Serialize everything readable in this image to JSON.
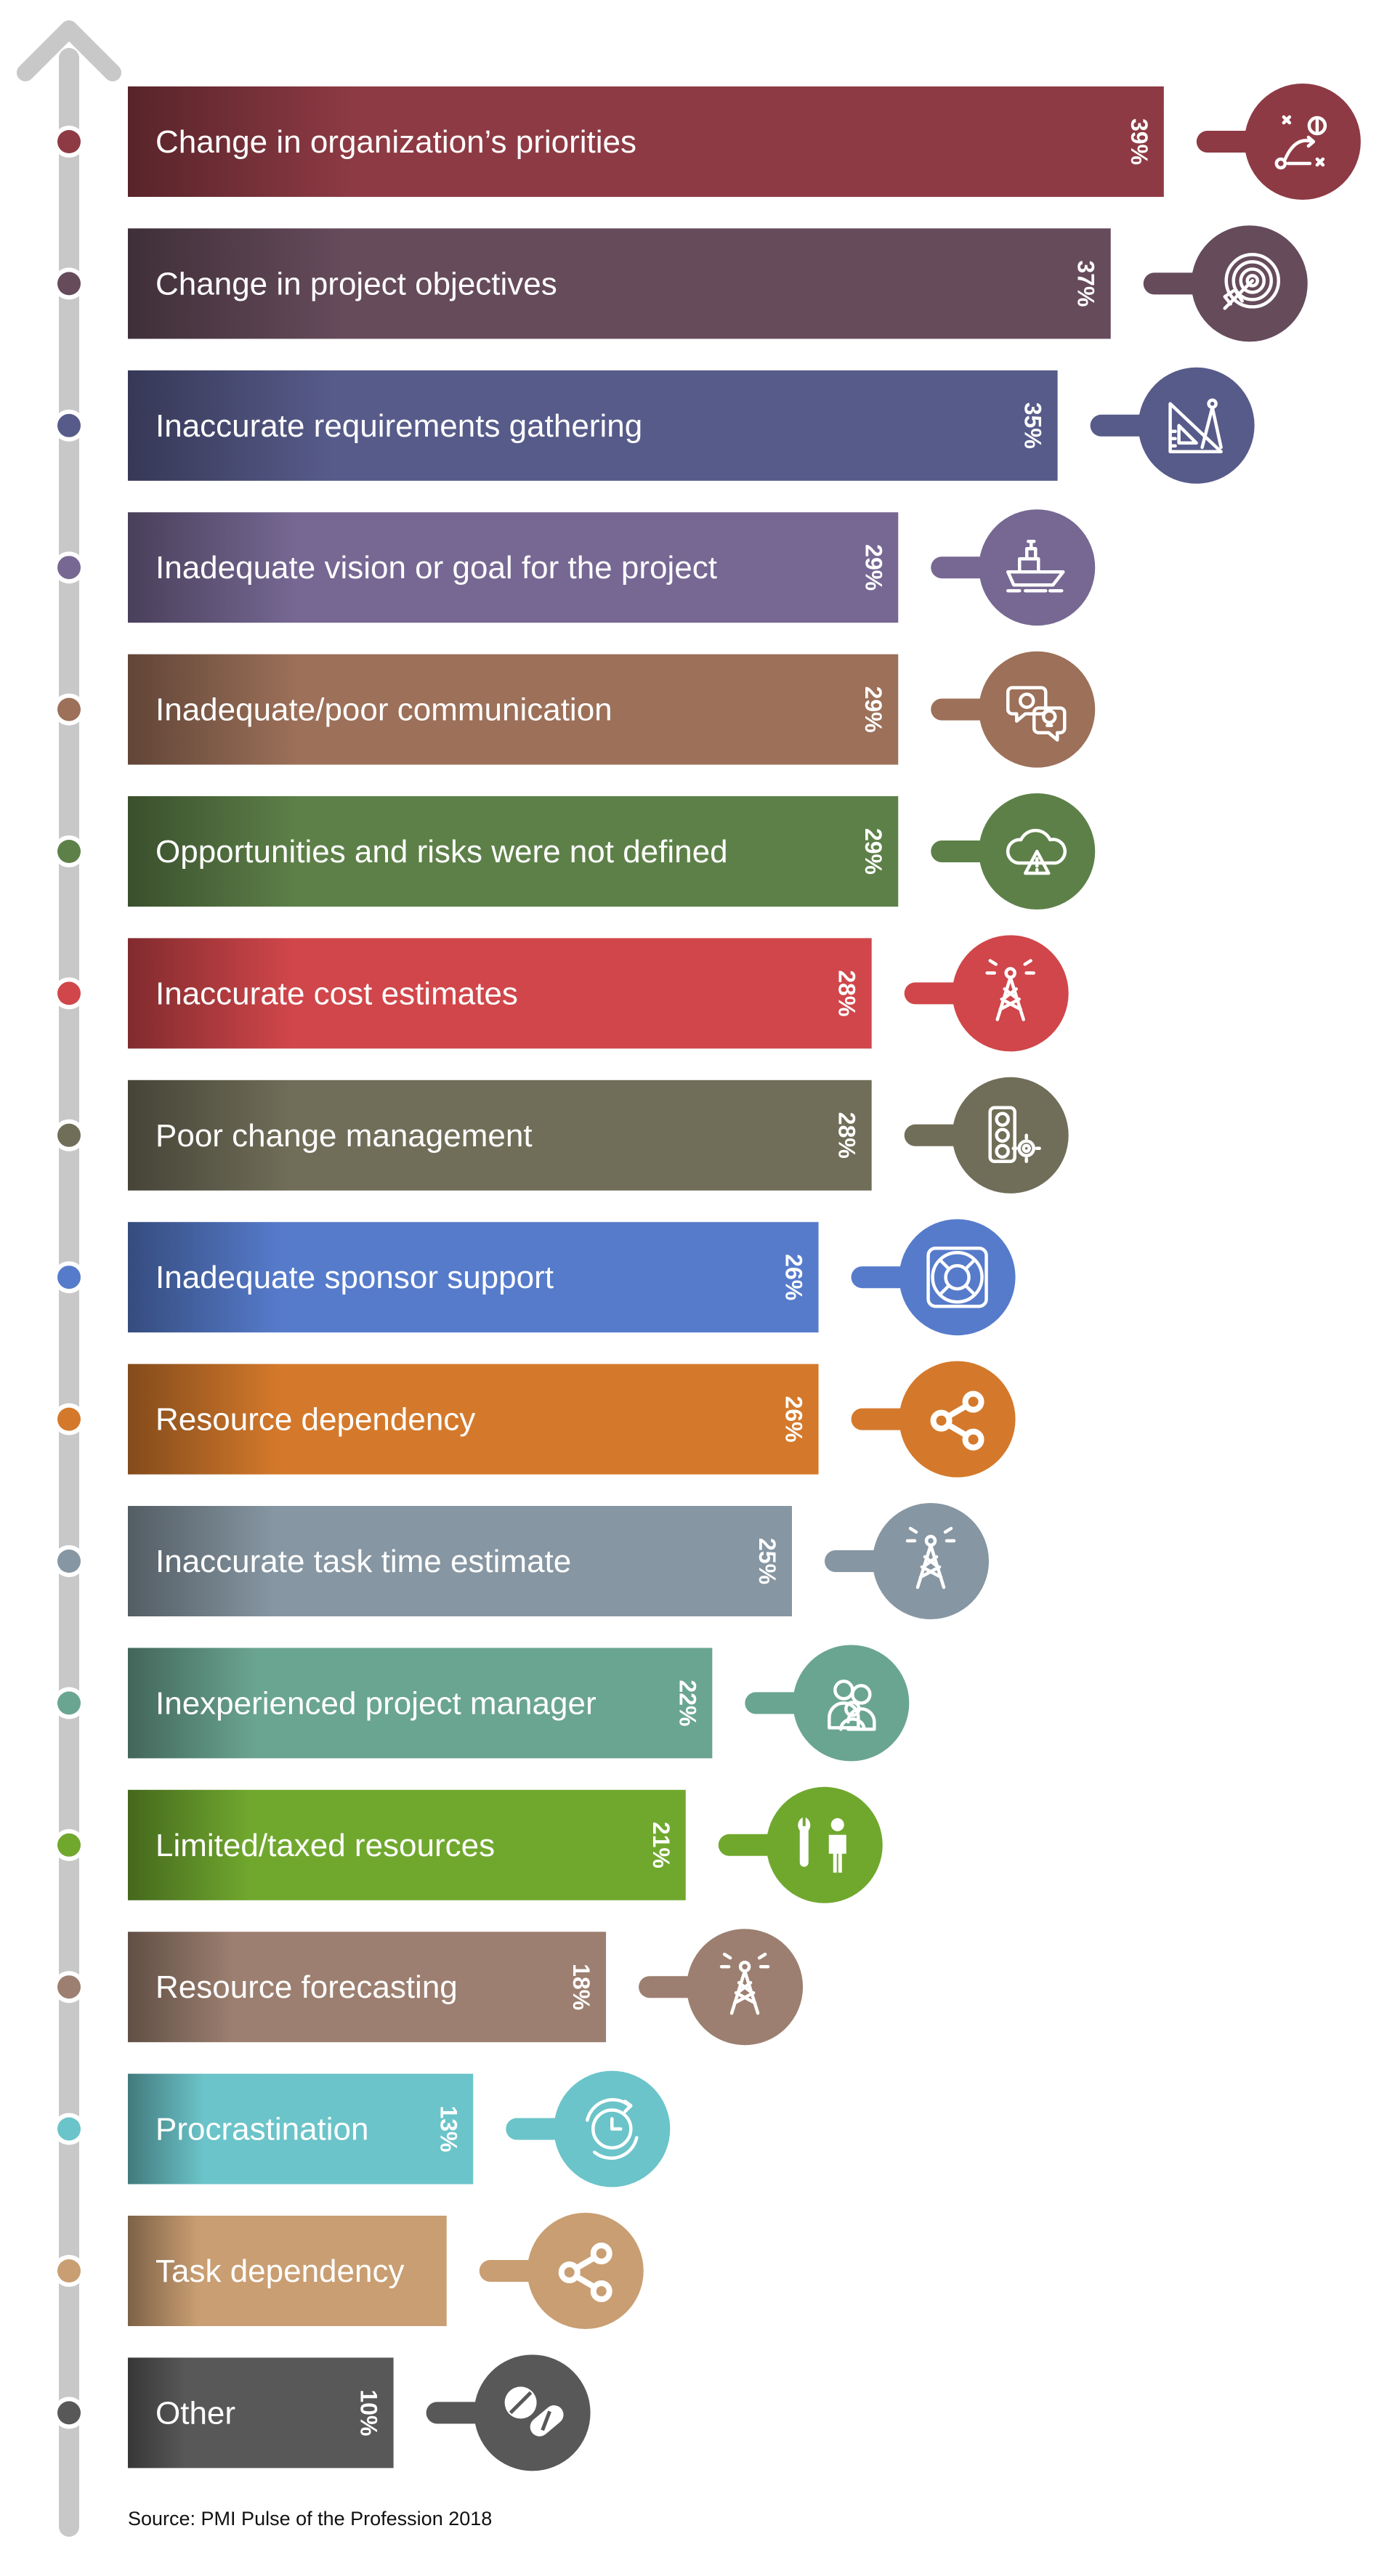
{
  "chart_data": {
    "type": "bar",
    "orientation": "horizontal",
    "categories": [
      "Change in organization’s priorities",
      "Change in project objectives",
      "Inaccurate requirements gathering",
      "Inadequate vision or goal for the project",
      "Inadequate/poor communication",
      "Opportunities and risks were not defined",
      "Inaccurate cost estimates",
      "Poor change management",
      "Inadequate sponsor support",
      "Resource dependency",
      "Inaccurate task time estimate",
      "Inexperienced project manager",
      "Limited/taxed resources",
      "Resource forecasting",
      "Procrastination",
      "Task dependency",
      "Other"
    ],
    "values": [
      39,
      37,
      35,
      29,
      29,
      29,
      28,
      28,
      26,
      26,
      25,
      22,
      21,
      18,
      13,
      12,
      10
    ],
    "value_labels": [
      "39%",
      "37%",
      "35%",
      "29%",
      "29%",
      "29%",
      "28%",
      "28%",
      "26%",
      "26%",
      "25%",
      "22%",
      "21%",
      "18%",
      "13%",
      "",
      "10%"
    ],
    "colors": [
      "#8e3a44",
      "#664b5b",
      "#575b8a",
      "#766893",
      "#9c7059",
      "#5d8048",
      "#d0464a",
      "#706e58",
      "#567bcb",
      "#d4792b",
      "#8696a2",
      "#6aa591",
      "#70a82e",
      "#9c7f70",
      "#6bc4c9",
      "#c99e72",
      "#585858"
    ],
    "icons": [
      "strategy-icon",
      "target-icon",
      "drafting-tools-icon",
      "ship-icon",
      "idea-chat-icon",
      "cloud-warning-icon",
      "radio-tower-icon",
      "traffic-light-gear-icon",
      "lifebuoy-icon",
      "share-icon",
      "radio-tower-icon",
      "team-icon",
      "worker-wrench-icon",
      "radio-tower-icon",
      "clock-icon",
      "share-icon",
      "pills-icon"
    ],
    "axis_color": "#c8c8c8",
    "source": "Source: PMI Pulse of the Profession 2018"
  }
}
